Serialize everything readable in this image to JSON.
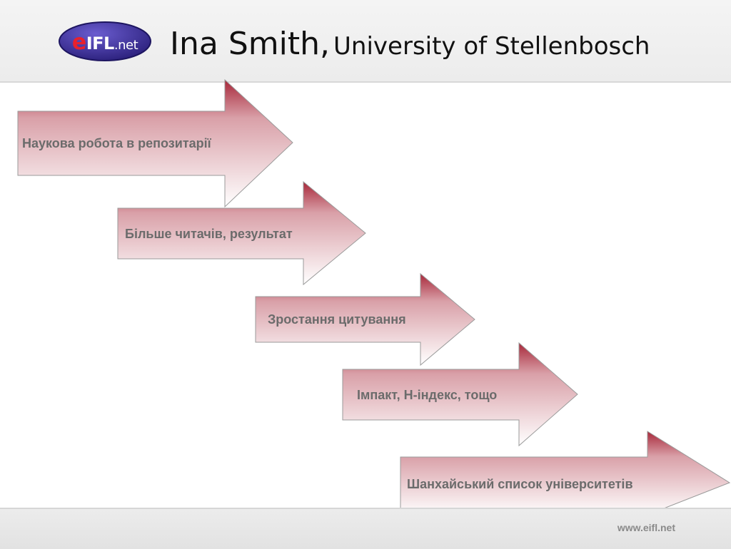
{
  "header": {
    "logo": {
      "text": "eIFL.net",
      "e": "e",
      "ifl": "IFL",
      "net": ".net"
    },
    "title_name": "Ina Smith,",
    "title_affiliation": "University of Stellenbosch"
  },
  "steps": [
    {
      "label": "Наукова робота в репозитарії"
    },
    {
      "label": "Більше читачів, результат"
    },
    {
      "label": "Зростання цитування"
    },
    {
      "label": "Імпакт, H-індекс, тощо"
    },
    {
      "label": "Шанхайський список університетів"
    }
  ],
  "footer": {
    "url": "www.eifl.net"
  },
  "colors": {
    "arrow_dark": "#a8283a",
    "arrow_light": "#ffffff",
    "arrow_stroke": "#9a9a9a"
  },
  "icons": {
    "logo": "eifl-logo"
  }
}
